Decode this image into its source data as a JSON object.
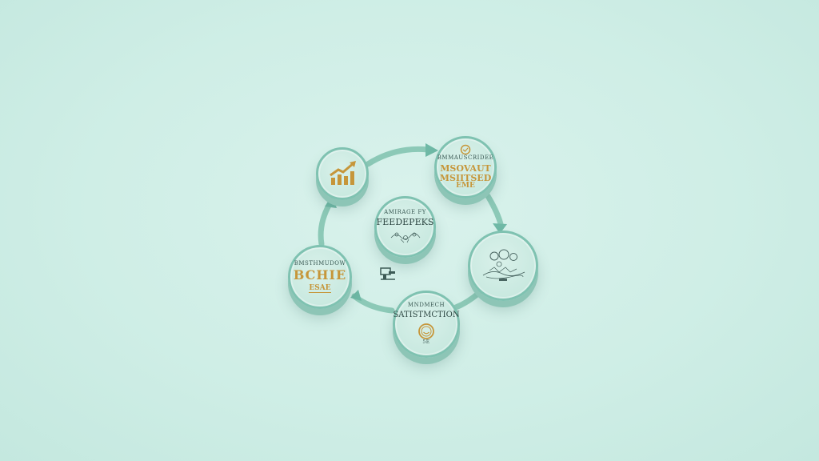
{
  "colors": {
    "background": "#cfeee6",
    "node_fill": "#c9e9e0",
    "node_border": "#7fc2b1",
    "arrow": "#8cc9b7",
    "gold": "#c6963a",
    "text_dark": "#2f4844"
  },
  "nodes": {
    "growth": {
      "icon": "bar-chart-up-arrow-icon"
    },
    "top_right": {
      "line1": "BMMAUSCRIDEE",
      "line2": "MSOVAUT",
      "line3": "MSIITSED",
      "line4": "EME",
      "icon": "badge-icon"
    },
    "center": {
      "line1": "AMIRAGE FY",
      "line2": "FEEDEPEKS",
      "icon": "scribble-network-icon"
    },
    "right": {
      "icon": "gears-network-icon"
    },
    "left": {
      "line1": "BMSTHMUDOW",
      "line2": "BCHIE",
      "line3": "ESAE"
    },
    "bottom": {
      "line1": "MNDMECH",
      "line2": "SATISTMCTION",
      "icon": "smiley-medal-icon",
      "line3": "5E"
    },
    "small_mark": {
      "icon": "small-machine-icon"
    }
  }
}
